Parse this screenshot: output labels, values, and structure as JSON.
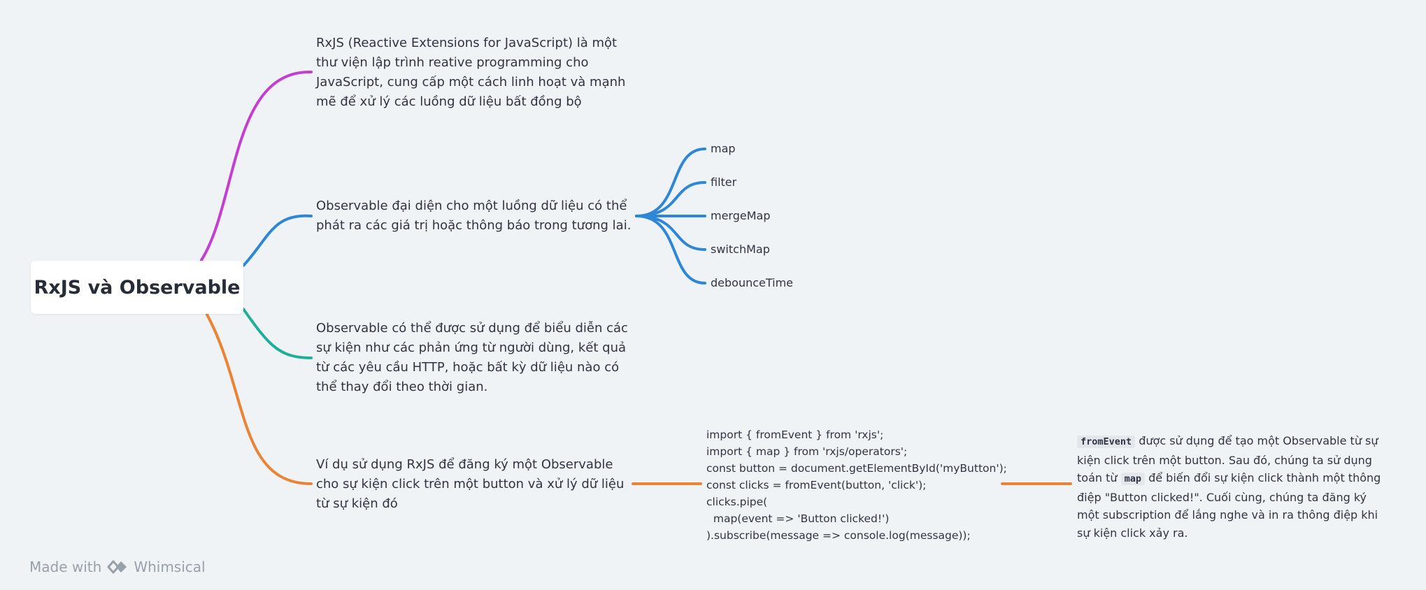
{
  "root": {
    "label": "RxJS và Observable"
  },
  "branches": [
    {
      "id": "intro",
      "color": "#c33fd0",
      "text": "RxJS (Reactive Extensions for JavaScript) là một thư viện lập trình reative programming cho JavaScript, cung cấp một cách linh hoạt và mạnh mẽ để xử lý các luồng dữ liệu bất đồng bộ"
    },
    {
      "id": "observable",
      "color": "#2e86d6",
      "text": "Observable đại diện cho một luồng dữ liệu có thể phát ra các giá trị hoặc thông báo trong tương lai."
    },
    {
      "id": "events",
      "color": "#1fae98",
      "text": "Observable có thể được sử dụng để biểu diễn các sự kiện như các phản ứng từ người dùng, kết quả từ các yêu cầu HTTP, hoặc bất kỳ dữ liệu nào có thể thay đổi theo thời gian."
    },
    {
      "id": "example",
      "color": "#ea8434",
      "text": "Ví dụ sử dụng RxJS để đăng ký một Observable cho sự kiện click trên một button và xử lý dữ liệu từ sự kiện đó"
    }
  ],
  "operators": [
    "map",
    "filter",
    "mergeMap",
    "switchMap",
    "debounceTime"
  ],
  "code_lines": [
    "import { fromEvent } from 'rxjs';",
    "import { map } from 'rxjs/operators';",
    "const button = document.getElementById('myButton');",
    "const clicks = fromEvent(button, 'click');",
    "clicks.pipe(",
    "  map(event => 'Button clicked!')",
    ").subscribe(message => console.log(message));"
  ],
  "explanation": {
    "code1": "fromEvent",
    "part1": " được sử dụng để tạo một Observable từ sự kiện click trên một button. Sau đó, chúng ta sử dụng toán từ ",
    "code2": "map",
    "part2": " để biến đổi sự kiện click thành một thông điệp \"Button clicked!\". Cuối cùng, chúng ta đăng ký một subscription để lắng nghe và in ra thông điệp khi sự kiện click xảy ra."
  },
  "footer": {
    "made_with": "Made with",
    "brand": "Whimsical"
  }
}
